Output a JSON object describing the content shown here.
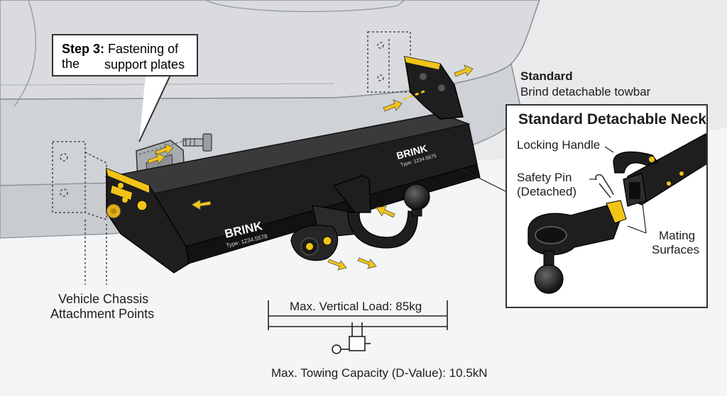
{
  "callout": {
    "step": "Step 3:",
    "line1": "Fastening of the",
    "line2": "support plates"
  },
  "standard": {
    "title": "Standard",
    "subtitle": "Brind detachable towbar"
  },
  "chassis_label": {
    "line1": "Vehicle Chassis",
    "line2": "Attachment Points"
  },
  "inset": {
    "title": "Standard Detachable Neck",
    "locking_handle": "Locking Handle",
    "safety_pin_1": "Safety Pin",
    "safety_pin_2": "(Detached)",
    "mating_1": "Mating",
    "mating_2": "Surfaces"
  },
  "loads": {
    "vertical": "Max. Vertical Load: 85kg",
    "towing": "Max. Towing Capacity (D-Value): 10.5kN"
  },
  "brand": {
    "name": "BRINK",
    "type_main": "Type: 1234.5578",
    "type_plate": "Type: 1234.5675"
  },
  "colors": {
    "yellow": "#f2c418",
    "black": "#1e1e1e",
    "car": "#d8dadd"
  }
}
